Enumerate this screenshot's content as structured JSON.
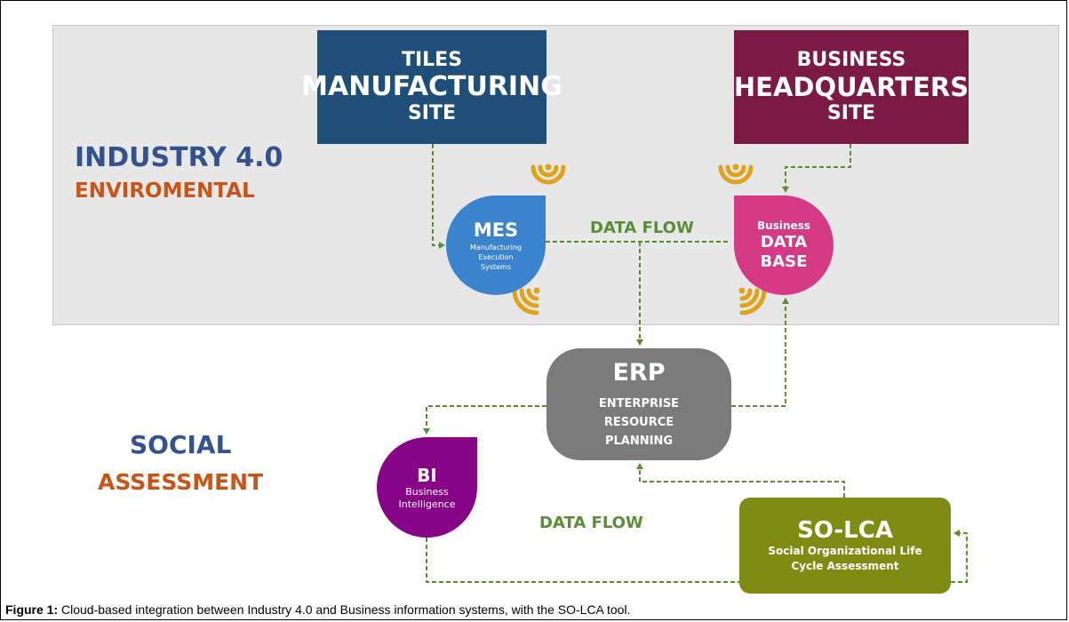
{
  "blocks": {
    "tiles": {
      "line1": "TILES",
      "line2": "MANUFACTURING",
      "line3": "SITE"
    },
    "hq": {
      "line1": "BUSINESS",
      "line2": "HEADQUARTERS",
      "line3": "SITE"
    },
    "mes": {
      "title": "MES",
      "subtitle": "Manufacturing Execution Systems"
    },
    "database": {
      "line1": "Business",
      "line2": "DATA",
      "line3": "BASE"
    },
    "erp": {
      "title": "ERP",
      "subtitle": "ENTERPRISE RESOURCE PLANNING"
    },
    "bi": {
      "title": "BI",
      "subtitle": "Business Intelligence"
    },
    "solca": {
      "title": "SO-LCA",
      "subtitle": "Social Organizational Life Cycle Assessment"
    }
  },
  "labels": {
    "industry_line1": "INDUSTRY 4.0",
    "industry_line2": "ENVIROMENTAL",
    "social_line1": "SOCIAL",
    "social_line2": "ASSESSMENT",
    "data_flow_top": "DATA FLOW",
    "data_flow_bottom": "DATA FLOW"
  },
  "caption": {
    "label": "Figure 1:",
    "text": "Cloud-based integration between Industry 4.0 and Business information systems, with the SO-LCA tool."
  },
  "colors": {
    "tiles": "#1f4e79",
    "hq": "#7a1a45",
    "mes": "#3b84cd",
    "database": "#d43a86",
    "erp": "#7b7b7b",
    "bi": "#870487",
    "solca": "#7f8c13",
    "arrow": "#5a8d35",
    "wireless": "#e0a21b"
  },
  "icons": [
    "wireless-signal-icon",
    "wireless-signal-icon",
    "wireless-signal-icon",
    "wireless-signal-icon"
  ]
}
